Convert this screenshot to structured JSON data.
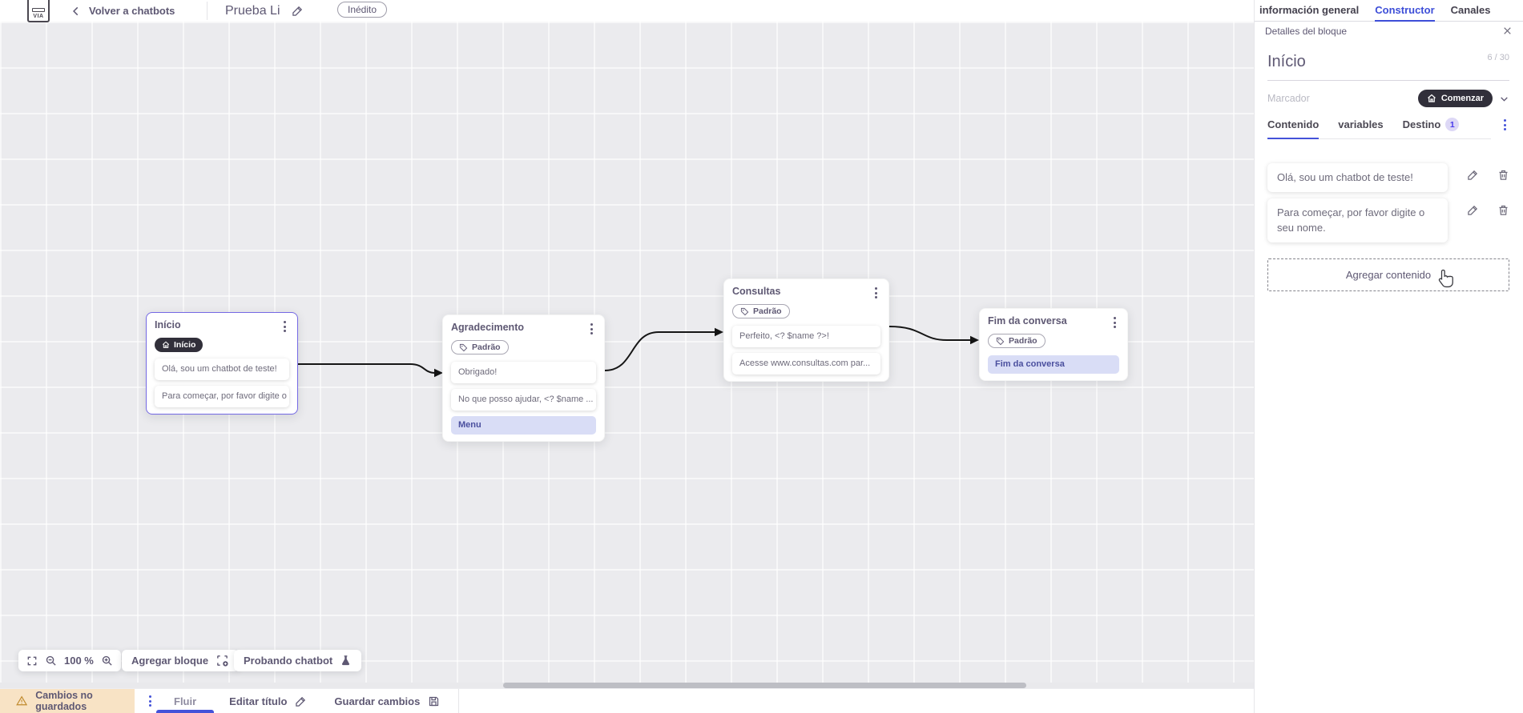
{
  "topbar": {
    "logo": "VIA",
    "back_label": "Volver a chatbots",
    "title": "Prueba Li",
    "status_badge": "Inédito"
  },
  "nav_tabs": {
    "general": "información general",
    "constructor": "Constructor",
    "channels": "Canales"
  },
  "panel": {
    "header": "Detalles del bloque",
    "block_name": "Início",
    "counter": "6 / 30",
    "marker_label": "Marcador",
    "marker_button": "Comenzar",
    "tab_content": "Contenido",
    "tab_variables": "variables",
    "tab_destination": "Destino",
    "destination_badge": "1",
    "content_items": [
      "Olá, sou um chatbot de teste!",
      "Para começar, por favor digite o seu nome."
    ],
    "add_content": "Agregar contenido"
  },
  "canvas": {
    "zoom_level": "100 %",
    "add_block": "Agregar bloque",
    "test_chatbot": "Probando chatbot",
    "nodes": [
      {
        "title": "Início",
        "badge": "Início",
        "rows": [
          {
            "text": "Olá, sou um chatbot de teste!"
          },
          {
            "text": "Para começar, por favor digite o ..."
          }
        ]
      },
      {
        "title": "Agradecimento",
        "badge": "Padrão",
        "rows": [
          {
            "text": "Obrigado!"
          },
          {
            "text": "No que posso ajudar, <? $name ..."
          },
          {
            "text": "Menu"
          }
        ]
      },
      {
        "title": "Consultas",
        "badge": "Padrão",
        "rows": [
          {
            "text": "Perfeito, <? $name ?>!"
          },
          {
            "text": "Acesse www.consultas.com par..."
          }
        ]
      },
      {
        "title": "Fim da conversa",
        "badge": "Padrão",
        "rows": [
          {
            "text": "Fim da conversa"
          }
        ]
      }
    ]
  },
  "bottombar": {
    "warning": "Cambios no guardados",
    "flow_tab": "Fluir",
    "edit_title": "Editar título",
    "save": "Guardar cambios"
  },
  "colors": {
    "accent": "#4452d9",
    "selected_node_border": "#7468e4",
    "dark_pill": "#312f3a",
    "highlight_row_bg": "#d9ddf6",
    "warning_bg": "#f8e3c5"
  }
}
